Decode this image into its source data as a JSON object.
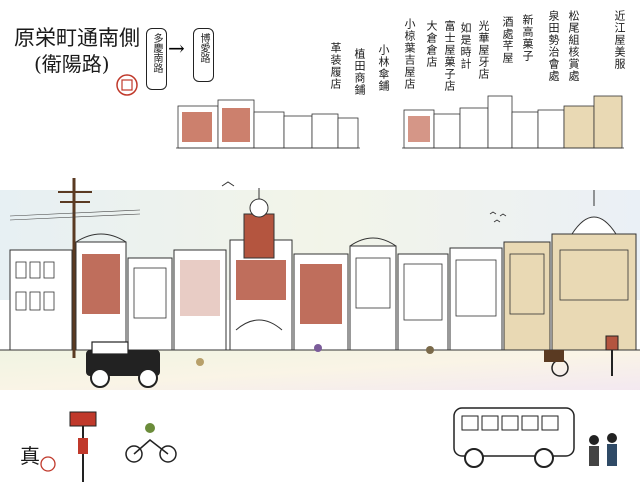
{
  "title": {
    "line1": "原栄町通南側",
    "line2": "(衛陽路)"
  },
  "rename": {
    "from": "多慶南路",
    "to": "博愛路",
    "arrow": "→"
  },
  "shop_labels": [
    "近江屋美服",
    "松尾組核賞處",
    "泉田勢治會處",
    "新高菓子",
    "酒處芊屋",
    "光華屋牙店",
    "如是時計",
    "富士屋菓子店",
    "大倉倉店",
    "小椋葉吉屋店"
  ],
  "left_labels": [
    "小林傘鋪",
    "植田商鋪",
    "革装履店"
  ],
  "signature": "真",
  "colors": {
    "ink": "#1a1a1a",
    "brick": "#b4553f",
    "cream": "#e9d9b4",
    "seal": "#c0392b"
  }
}
